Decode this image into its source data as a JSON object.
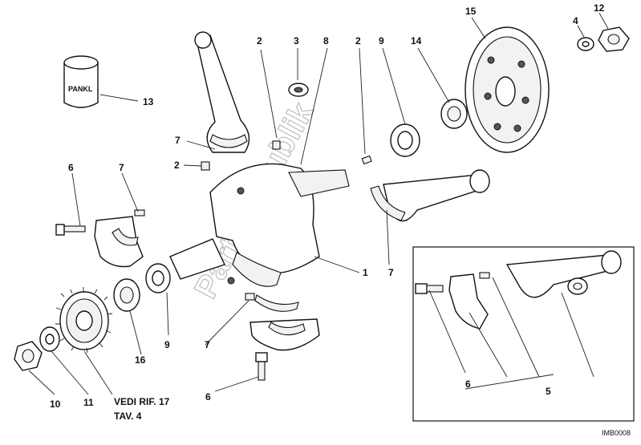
{
  "callouts": [
    {
      "id": "c1",
      "text": "1"
    },
    {
      "id": "c2a",
      "text": "2"
    },
    {
      "id": "c2b",
      "text": "2"
    },
    {
      "id": "c2c",
      "text": "2"
    },
    {
      "id": "c3",
      "text": "3"
    },
    {
      "id": "c4",
      "text": "4"
    },
    {
      "id": "c5",
      "text": "5"
    },
    {
      "id": "c6a",
      "text": "6"
    },
    {
      "id": "c6b",
      "text": "6"
    },
    {
      "id": "c6c",
      "text": "6"
    },
    {
      "id": "c7a",
      "text": "7"
    },
    {
      "id": "c7b",
      "text": "7"
    },
    {
      "id": "c7c",
      "text": "7"
    },
    {
      "id": "c7d",
      "text": "7"
    },
    {
      "id": "c8",
      "text": "8"
    },
    {
      "id": "c9a",
      "text": "9"
    },
    {
      "id": "c9b",
      "text": "9"
    },
    {
      "id": "c10",
      "text": "10"
    },
    {
      "id": "c11",
      "text": "11"
    },
    {
      "id": "c12",
      "text": "12"
    },
    {
      "id": "c13",
      "text": "13"
    },
    {
      "id": "c14",
      "text": "14"
    },
    {
      "id": "c15",
      "text": "15"
    },
    {
      "id": "c16",
      "text": "16"
    }
  ],
  "reference_note": {
    "line1": "VEDI RIF. 17",
    "line2": "TAV. 4"
  },
  "filter_brand": "PANKL",
  "drawing_code": "IMB0008",
  "watermark": "PartsRepublik",
  "colors": {
    "ink": "#111111",
    "watermark": "#bdbdbd"
  }
}
